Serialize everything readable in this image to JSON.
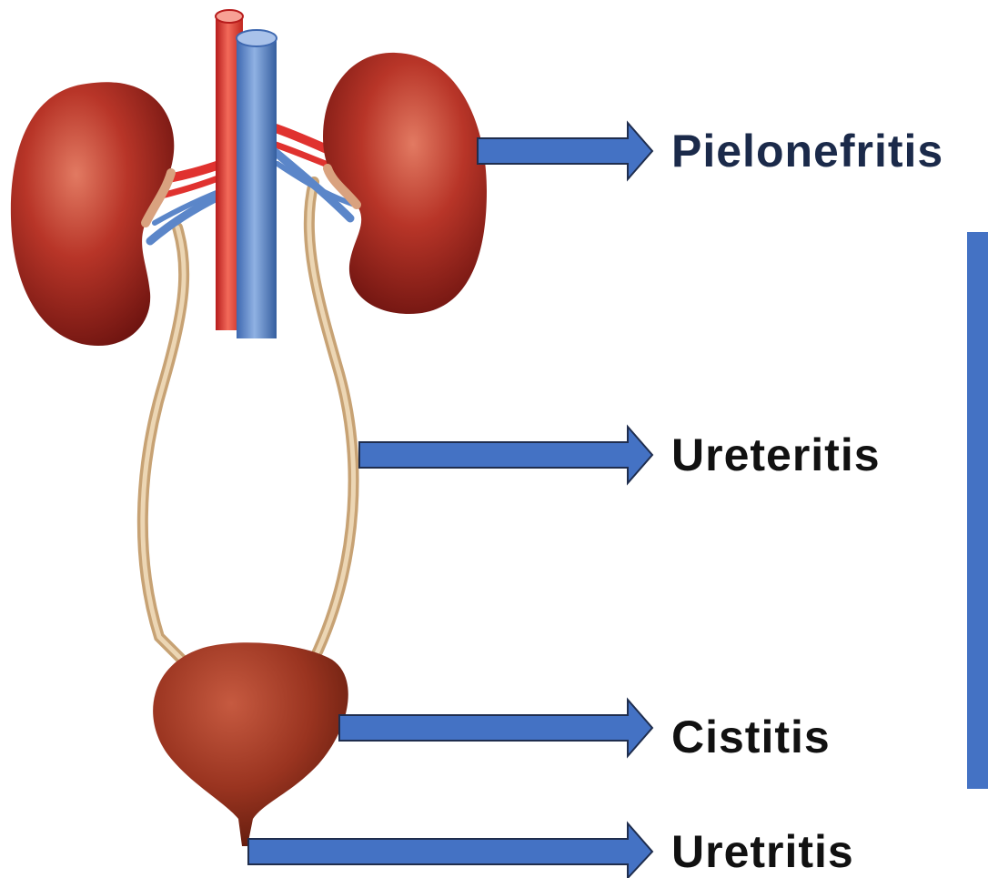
{
  "labels": {
    "pielonefritis": "Pielonefritis",
    "ureteritis": "Ureteritis",
    "cistitis": "Cistitis",
    "uretritis": "Uretritis"
  },
  "colors": {
    "arrow_fill": "#4472c4",
    "arrow_stroke": "#1f2d4d",
    "kidney": "#a0231f",
    "artery": "#e0322f",
    "vein": "#5b86c9",
    "ureter": "#d8b98e",
    "bladder": "#8e2a17",
    "side_bar": "#4472c4",
    "title_text": "#1b2a4a"
  }
}
